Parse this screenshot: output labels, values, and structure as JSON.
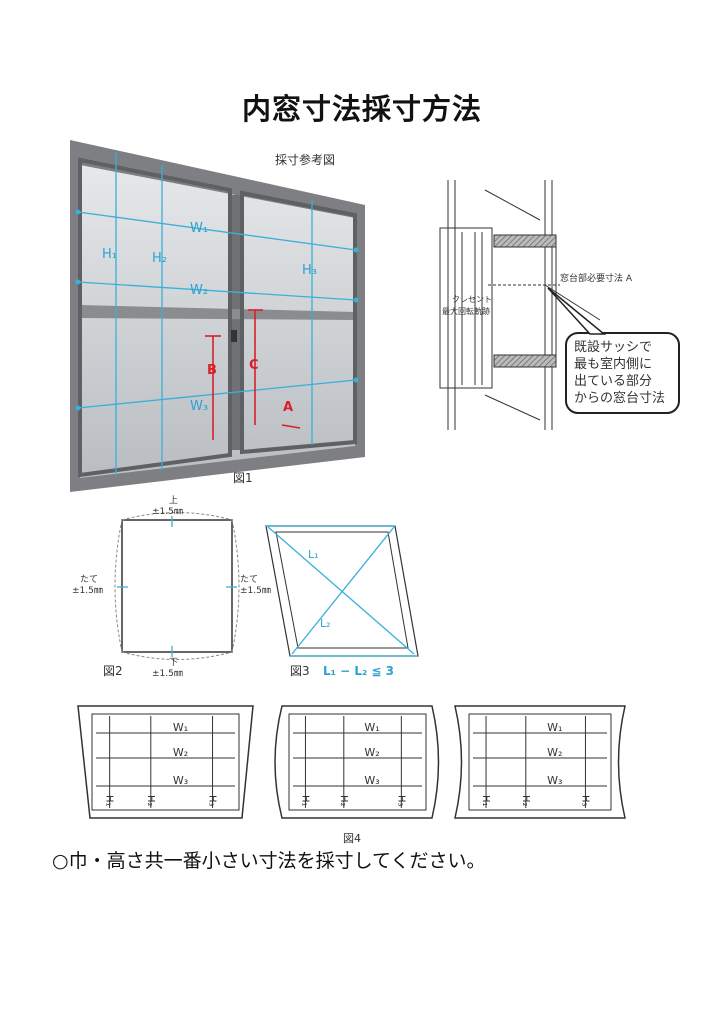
{
  "title": "内窓寸法採寸方法",
  "fig1": {
    "heading": "採寸参考図",
    "caption": "図1",
    "labels": {
      "w1": "W₁",
      "w2": "W₂",
      "w3": "W₃",
      "h1": "H₁",
      "h2": "H₂",
      "h3": "H₃",
      "a": "A",
      "b": "B",
      "c": "C"
    }
  },
  "section": {
    "dimension_label": "窓台部必要寸法 A",
    "crescent_line1": "クレセント",
    "crescent_line2": "最大回転軌跡",
    "callout": [
      "既設サッシで",
      "最も室内側に",
      "出ている部分",
      "からの窓台寸法"
    ]
  },
  "fig2": {
    "caption": "図2",
    "top_label": "上",
    "top_tol": "±1.5㎜",
    "bottom_label": "下",
    "bottom_tol": "±1.5㎜",
    "left_label": "たて",
    "left_tol": "±1.5㎜",
    "right_label": "たて",
    "right_tol": "±1.5㎜"
  },
  "fig3": {
    "caption": "図3",
    "formula": "L₁ − L₂ ≦ 3",
    "l1": "L₁",
    "l2": "L₂"
  },
  "fig4": {
    "caption": "図4",
    "labels": {
      "w1": "W₁",
      "w2": "W₂",
      "w3": "W₃",
      "h1": "H₁",
      "h2": "H₂",
      "h3": "H₃"
    }
  },
  "note": "○巾・高さ共一番小さい寸法を採寸してください。"
}
